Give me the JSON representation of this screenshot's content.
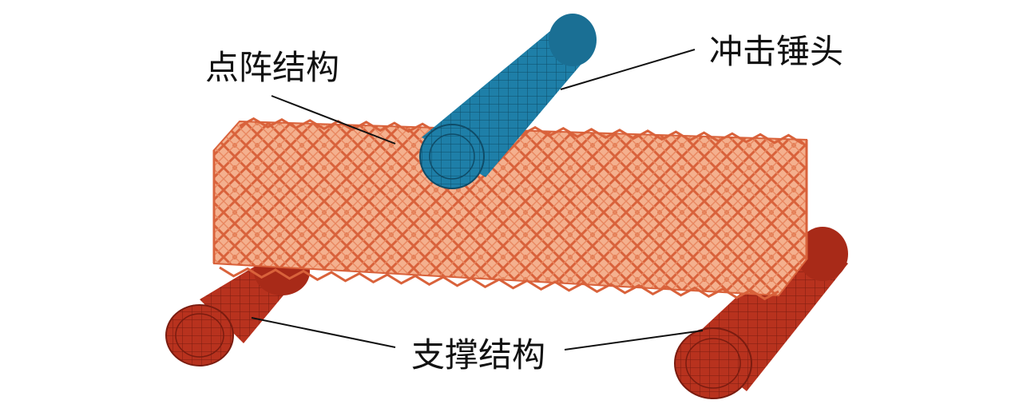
{
  "labels": {
    "lattice": "点阵结构",
    "impactor": "冲击锤头",
    "support": "支撑结构"
  },
  "colors": {
    "lattice_fill": "#f0a07a",
    "lattice_stroke": "#d9623b",
    "impactor_fill": "#1e7fa8",
    "impactor_dark": "#155f80",
    "support_fill": "#b8321e",
    "support_dark": "#8e2414",
    "leader_line": "#111111"
  }
}
